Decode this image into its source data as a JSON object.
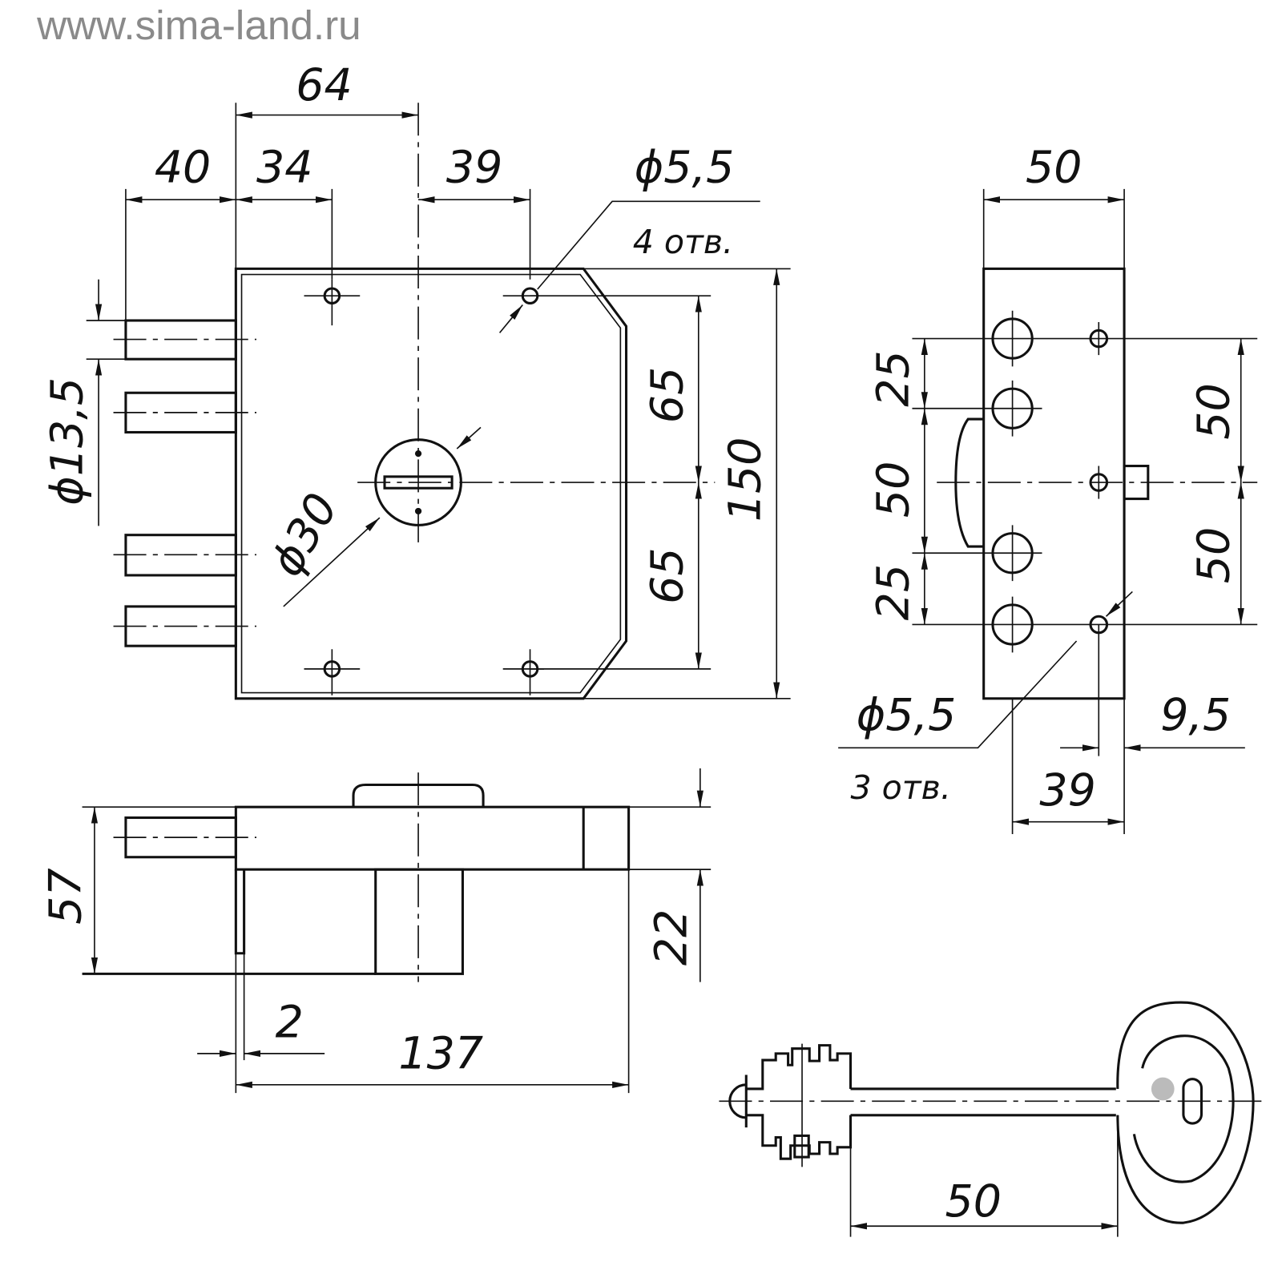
{
  "watermark": "www.sima-land.ru",
  "front_view": {
    "dims": {
      "total_width_to_axis": "64",
      "bolt_projection": "40",
      "hole_offset_left": "34",
      "hole_offset_right": "39",
      "hole_dia": "ϕ5,5",
      "hole_count": "4 отв.",
      "upper_half": "65",
      "lower_half": "65",
      "height": "150",
      "bolt_dia": "ϕ13,5",
      "cylinder_dia": "ϕ30"
    }
  },
  "side_view": {
    "dims": {
      "width": "50",
      "top_gap": "25",
      "middle": "50",
      "bottom_gap": "25",
      "upper_pitch": "50",
      "lower_pitch": "50",
      "hole_dia": "ϕ5,5",
      "hole_count": "3 отв.",
      "edge_offset": "9,5",
      "hole_spacing": "39"
    }
  },
  "bottom_view": {
    "dims": {
      "depth": "57",
      "cylinder_projection": "22",
      "plate": "2",
      "length": "137"
    }
  },
  "key": {
    "dims": {
      "blade_length": "50"
    }
  }
}
